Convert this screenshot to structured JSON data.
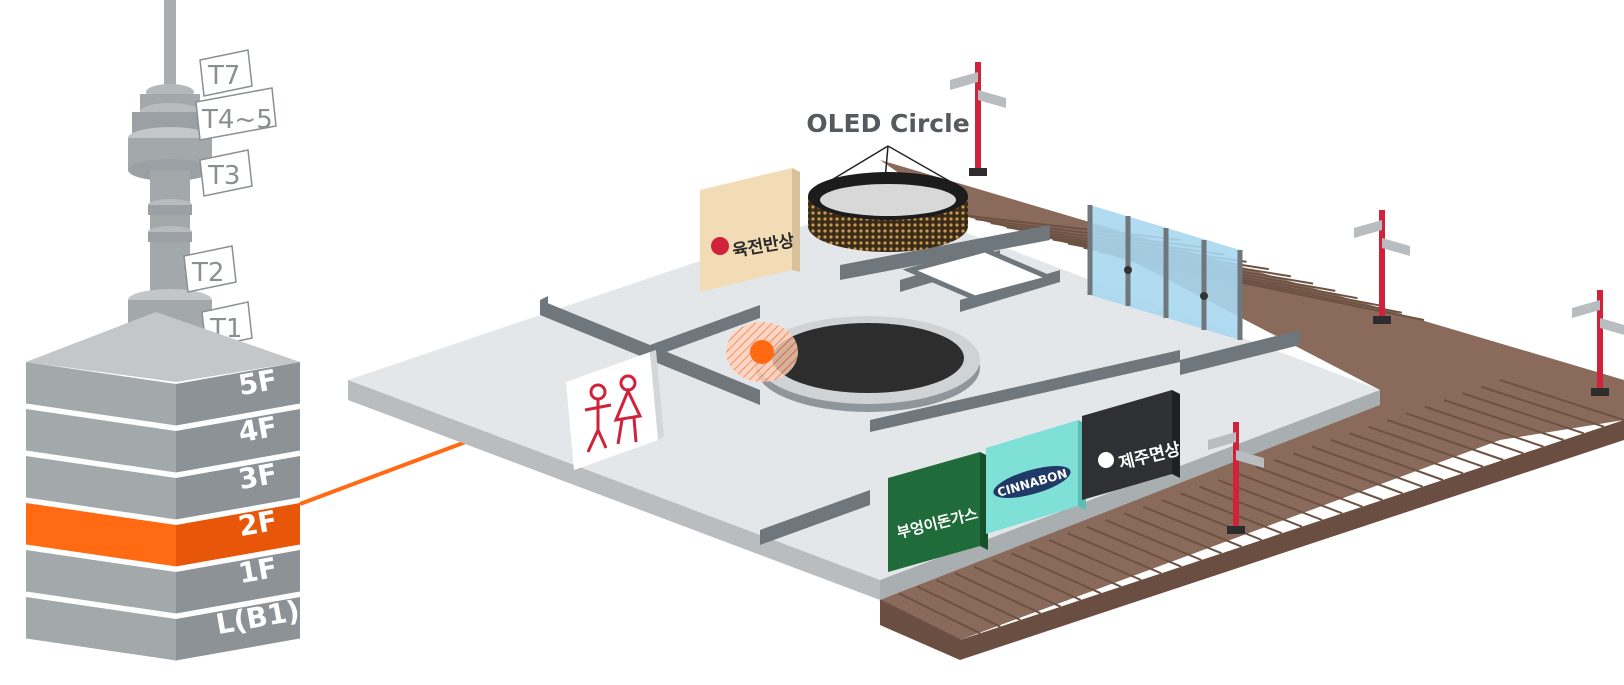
{
  "tower": {
    "levels": [
      {
        "label": "T7"
      },
      {
        "label": "T4~5"
      },
      {
        "label": "T3"
      },
      {
        "label": "T2"
      },
      {
        "label": "T1"
      }
    ]
  },
  "floors": [
    {
      "label": "5F",
      "active": false
    },
    {
      "label": "4F",
      "active": false
    },
    {
      "label": "3F",
      "active": false
    },
    {
      "label": "2F",
      "active": true
    },
    {
      "label": "1F",
      "active": false
    },
    {
      "label": "L(B1)",
      "active": false
    }
  ],
  "map": {
    "oled_label": "OLED Circle",
    "stores": {
      "yukjeon": "육전반상",
      "cinnabon": "CINNABON",
      "jeju": "제주면상",
      "buongi": "부엉이돈가스"
    },
    "icons": [
      "restroom-icon",
      "location-pin-icon",
      "signpost-icon"
    ]
  },
  "colors": {
    "active_floor": "#ff6a13",
    "floor": "#a3a8ab",
    "floor_side": "#8d9296",
    "deck": "#8a6a5a",
    "plaza": "#e4e7e9",
    "wall": "#6f777c",
    "glass": "#a8d7ef",
    "pole": "#d0223a",
    "connector": "#ff6a13"
  }
}
